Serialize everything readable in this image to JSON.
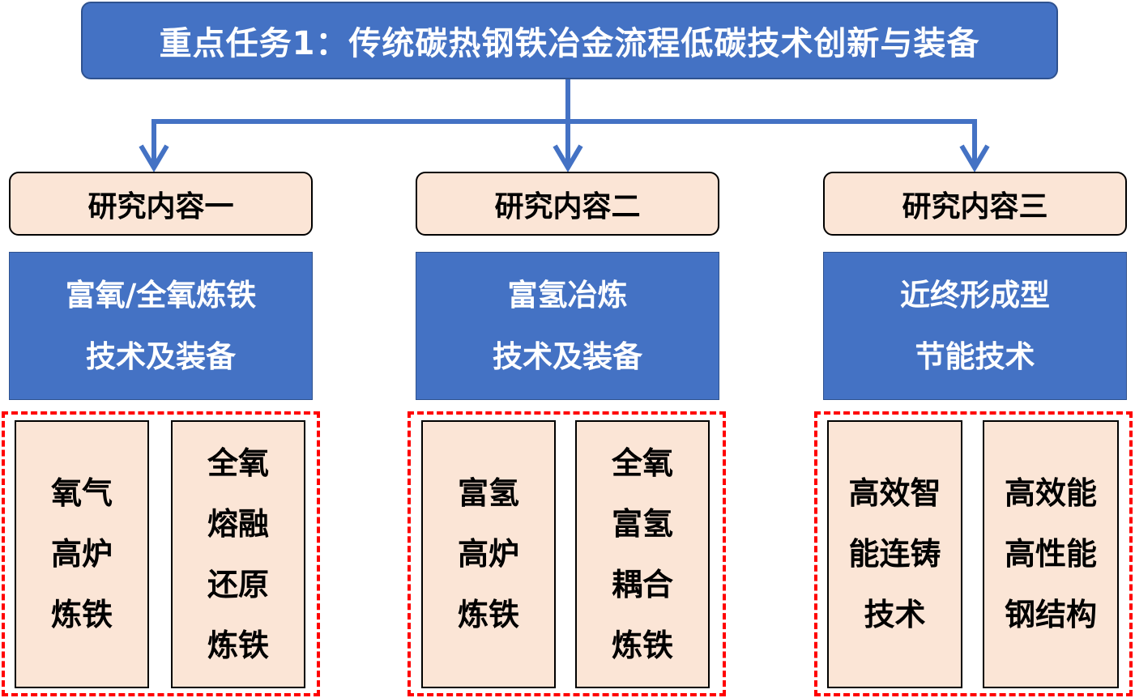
{
  "title": "重点任务1：传统碳热钢铁冶金流程低碳技术创新与装备",
  "colors": {
    "blue": "#4472C4",
    "peach": "#FBE5D6",
    "dash_red": "#FF0000"
  },
  "columns": [
    {
      "heading": "研究内容一",
      "topic_lines": [
        "富氧/全氧炼铁",
        "技术及装备"
      ],
      "items": [
        {
          "lines": [
            "氧气",
            "高炉",
            "炼铁"
          ]
        },
        {
          "lines": [
            "全氧",
            "熔融",
            "还原",
            "炼铁"
          ]
        }
      ]
    },
    {
      "heading": "研究内容二",
      "topic_lines": [
        "富氢冶炼",
        "技术及装备"
      ],
      "items": [
        {
          "lines": [
            "富氢",
            "高炉",
            "炼铁"
          ]
        },
        {
          "lines": [
            "全氧",
            "富氢",
            "耦合",
            "炼铁"
          ]
        }
      ]
    },
    {
      "heading": "研究内容三",
      "topic_lines": [
        "近终形成型",
        "节能技术"
      ],
      "items": [
        {
          "lines": [
            "高效智",
            "能连铸",
            "技术"
          ]
        },
        {
          "lines": [
            "高效能",
            "高性能",
            "钢结构"
          ]
        }
      ]
    }
  ]
}
